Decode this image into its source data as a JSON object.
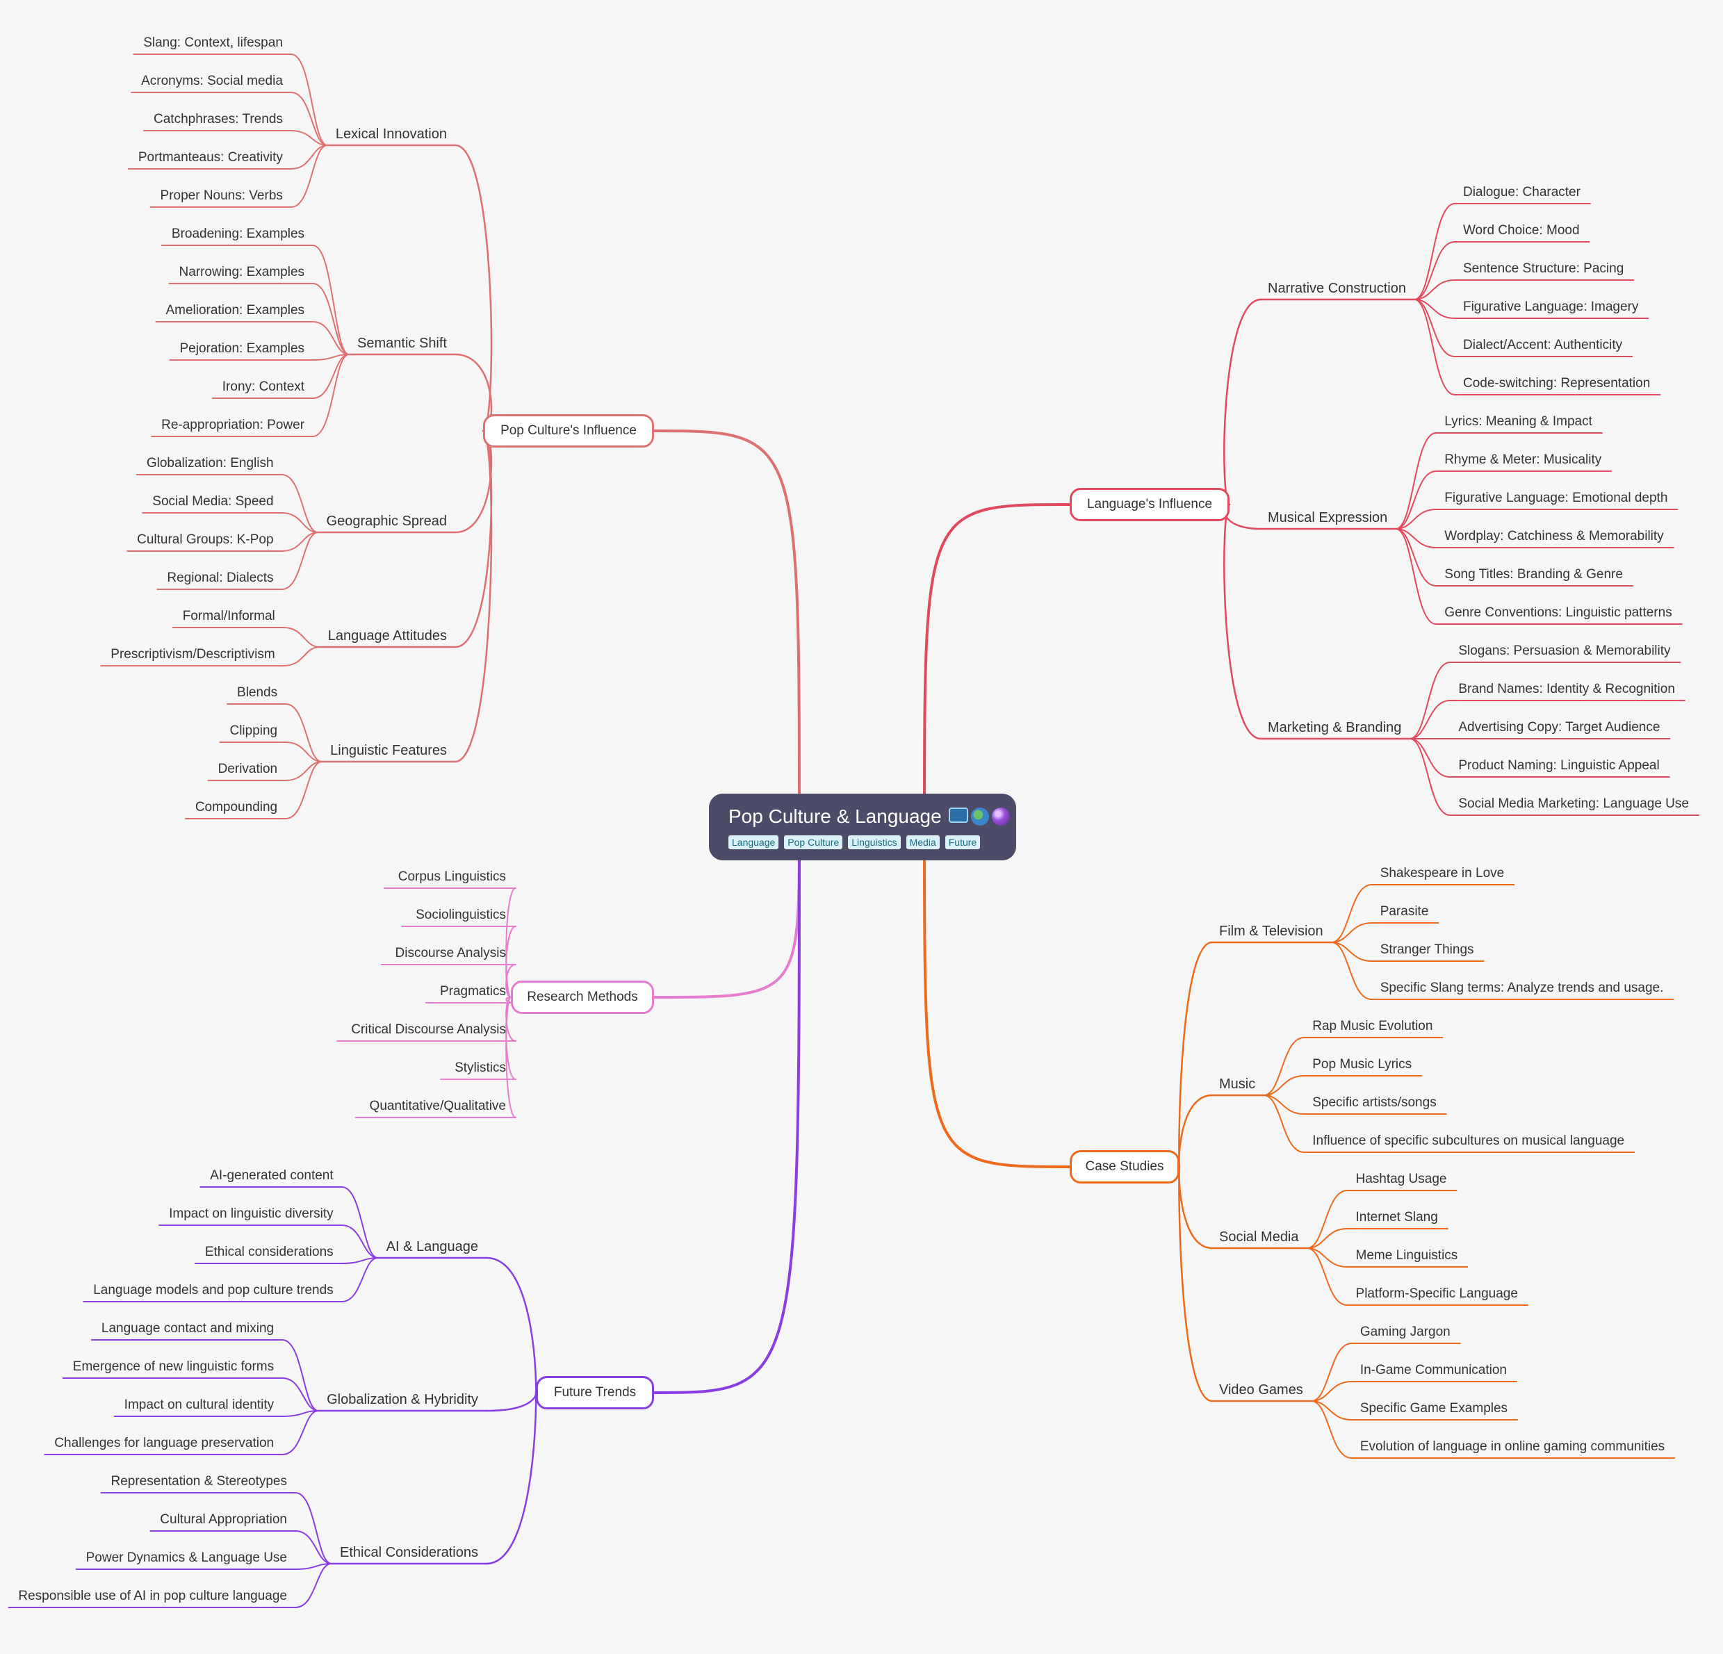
{
  "root": {
    "title": "Pop Culture & Language",
    "icons": [
      "tv-icon",
      "globe-icon",
      "crystal-ball-icon"
    ],
    "tags": [
      "Language",
      "Pop Culture",
      "Linguistics",
      "Media",
      "Future"
    ]
  },
  "branches": [
    {
      "label": "Pop Culture's Influence",
      "color": "#dd7171",
      "groups": [
        {
          "label": "Lexical Innovation",
          "items": [
            "Slang: Context, lifespan",
            "Acronyms: Social media",
            "Catchphrases: Trends",
            "Portmanteaus: Creativity",
            "Proper Nouns: Verbs"
          ]
        },
        {
          "label": "Semantic Shift",
          "items": [
            "Broadening: Examples",
            "Narrowing: Examples",
            "Amelioration: Examples",
            "Pejoration: Examples",
            "Irony: Context",
            "Re-appropriation: Power"
          ]
        },
        {
          "label": "Geographic Spread",
          "items": [
            "Globalization: English",
            "Social Media: Speed",
            "Cultural Groups: K-Pop",
            "Regional: Dialects"
          ]
        },
        {
          "label": "Language Attitudes",
          "items": [
            "Formal/Informal",
            "Prescriptivism/Descriptivism"
          ]
        },
        {
          "label": "Linguistic Features",
          "items": [
            "Blends",
            "Clipping",
            "Derivation",
            "Compounding"
          ]
        }
      ]
    },
    {
      "label": "Language's Influence",
      "color": "#e04a5e",
      "groups": [
        {
          "label": "Narrative Construction",
          "items": [
            "Dialogue: Character",
            "Word Choice: Mood",
            "Sentence Structure: Pacing",
            "Figurative Language: Imagery",
            "Dialect/Accent: Authenticity",
            "Code-switching: Representation"
          ]
        },
        {
          "label": "Musical Expression",
          "items": [
            "Lyrics: Meaning & Impact",
            "Rhyme & Meter: Musicality",
            "Figurative Language: Emotional depth",
            "Wordplay: Catchiness & Memorability",
            "Song Titles: Branding & Genre",
            "Genre Conventions: Linguistic patterns"
          ]
        },
        {
          "label": "Marketing & Branding",
          "items": [
            "Slogans: Persuasion & Memorability",
            "Brand Names: Identity & Recognition",
            "Advertising Copy: Target Audience",
            "Product Naming: Linguistic Appeal",
            "Social Media Marketing: Language Use"
          ]
        }
      ]
    },
    {
      "label": "Research Methods",
      "color": "#e57ccf",
      "items": [
        "Corpus Linguistics",
        "Sociolinguistics",
        "Discourse Analysis",
        "Pragmatics",
        "Critical Discourse Analysis",
        "Stylistics",
        "Quantitative/Qualitative"
      ]
    },
    {
      "label": "Case Studies",
      "color": "#ee6a1b",
      "groups": [
        {
          "label": "Film & Television",
          "items": [
            "Shakespeare in Love",
            "Parasite",
            "Stranger Things",
            "Specific Slang terms: Analyze trends and usage."
          ]
        },
        {
          "label": "Music",
          "items": [
            "Rap Music Evolution",
            "Pop Music Lyrics",
            "Specific artists/songs",
            "Influence of specific subcultures on musical language"
          ]
        },
        {
          "label": "Social Media",
          "items": [
            "Hashtag Usage",
            "Internet Slang",
            "Meme Linguistics",
            "Platform-Specific Language"
          ]
        },
        {
          "label": "Video Games",
          "items": [
            "Gaming Jargon",
            "In-Game Communication",
            "Specific Game Examples",
            "Evolution of language in online gaming communities"
          ]
        }
      ]
    },
    {
      "label": "Future Trends",
      "color": "#8a3de0",
      "groups": [
        {
          "label": "AI & Language",
          "items": [
            "AI-generated content",
            "Impact on linguistic diversity",
            "Ethical considerations",
            "Language models and pop culture trends"
          ]
        },
        {
          "label": "Globalization & Hybridity",
          "items": [
            "Language contact and mixing",
            "Emergence of new linguistic forms",
            "Impact on cultural identity",
            "Challenges for language preservation"
          ]
        },
        {
          "label": "Ethical Considerations",
          "items": [
            "Representation & Stereotypes",
            "Cultural Appropriation",
            "Power Dynamics & Language Use",
            "Responsible use of AI in pop culture language"
          ]
        }
      ]
    }
  ]
}
